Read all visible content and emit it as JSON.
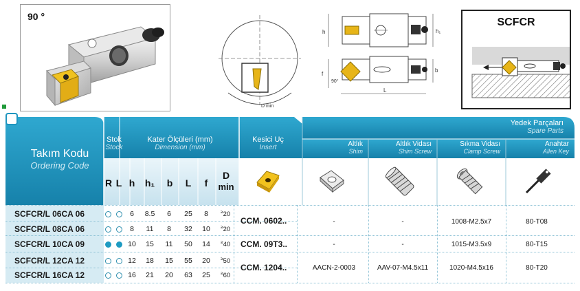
{
  "photo": {
    "angle_label": "90 °"
  },
  "drawing_center": {
    "dim_d": "D min"
  },
  "drawing_right": {
    "dim_h": "h",
    "dim_h1": "h₁",
    "dim_f": "f",
    "dim_b": "b",
    "dim_l": "L",
    "dim_angle": "90°"
  },
  "scfcr_diagram": {
    "title": "SCFCR"
  },
  "table": {
    "code_header": {
      "tr": "Takım Kodu",
      "en": "Ordering Code"
    },
    "stock_header": {
      "tr": "Stok",
      "en": "Stock"
    },
    "dimension_header": {
      "tr": "Kater Ölçüleri (mm)",
      "en": "Dimension (mm)"
    },
    "insert_header": {
      "tr": "Kesici Uç",
      "en": "Insert"
    },
    "spare_header": {
      "tr": "Yedek Parçaları",
      "en": "Spare Parts"
    },
    "spare_columns": [
      {
        "tr": "Altlık",
        "en": "Shim"
      },
      {
        "tr": "Altlık Vidası",
        "en": "Shim Screw"
      },
      {
        "tr": "Sıkma Vidası",
        "en": "Clamp Screw"
      },
      {
        "tr": "Anahtar",
        "en": "Allen Key"
      }
    ],
    "column_labels": {
      "r": "R",
      "l": "L",
      "h": "h",
      "h1": "h₁",
      "b": "b",
      "len": "L",
      "f": "f",
      "d": "D",
      "d_min": "min"
    },
    "rows": [
      {
        "code": "SCFCR/L 06CA 06",
        "r_stock": false,
        "l_stock": false,
        "h": "6",
        "h1": "8.5",
        "b": "6",
        "len": "25",
        "f": "8",
        "d_prefix": "≥",
        "d": "20"
      },
      {
        "code": "SCFCR/L 08CA 06",
        "r_stock": false,
        "l_stock": false,
        "h": "8",
        "h1": "11",
        "b": "8",
        "len": "32",
        "f": "10",
        "d_prefix": "≥",
        "d": "20"
      },
      {
        "code": "SCFCR/L 10CA 09",
        "r_stock": true,
        "l_stock": true,
        "h": "10",
        "h1": "15",
        "b": "11",
        "len": "50",
        "f": "14",
        "d_prefix": "≥",
        "d": "40"
      },
      {
        "code": "SCFCR/L 12CA 12",
        "r_stock": false,
        "l_stock": false,
        "h": "12",
        "h1": "18",
        "b": "15",
        "len": "55",
        "f": "20",
        "d_prefix": "≥",
        "d": "50"
      },
      {
        "code": "SCFCR/L 16CA 12",
        "r_stock": false,
        "l_stock": false,
        "h": "16",
        "h1": "21",
        "b": "20",
        "len": "63",
        "f": "25",
        "d_prefix": "≥",
        "d": "60"
      }
    ],
    "insert_groups": [
      {
        "insert": "CCM. 0602..",
        "shim": "-",
        "shim_screw": "-",
        "clamp_screw": "1008-M2.5x7",
        "key": "80-T08"
      },
      {
        "insert": "CCM. 09T3..",
        "shim": "-",
        "shim_screw": "-",
        "clamp_screw": "1015-M3.5x9",
        "key": "80-T15"
      },
      {
        "insert": "CCM. 1204..",
        "shim": "AACN-2-0003",
        "shim_screw": "AAV-07-M4.5x11",
        "clamp_screw": "1020-M4.5x16",
        "key": "80-T20"
      }
    ]
  },
  "colors": {
    "header_blue": "#1e95bf",
    "header_dark": "#147aa3",
    "light_blue": "#d6ebf3",
    "insert_gold": "#e0b020",
    "stock_dot": "#1e9bc2"
  },
  "icons": [
    "insert-icon",
    "shim-icon",
    "shim-screw-icon",
    "clamp-screw-icon",
    "allen-key-icon"
  ]
}
